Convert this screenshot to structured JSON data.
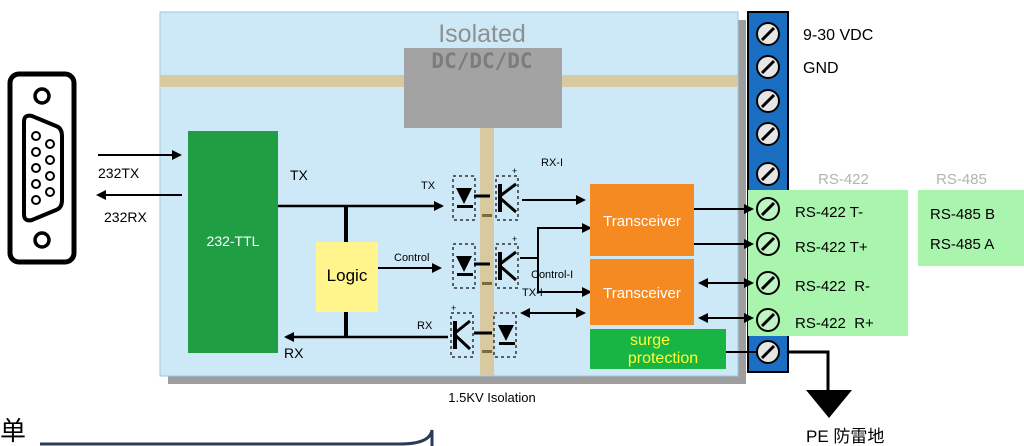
{
  "title": {
    "isolated": "Isolated",
    "dcdcdc": "DC/DC/DC"
  },
  "connector": {
    "tx_label": "232TX",
    "rx_label": "232RX"
  },
  "blocks": {
    "ttl": "232-TTL",
    "logic": "Logic",
    "transceiver_1": "Transceiver",
    "transceiver_2": "Transceiver",
    "surge_line1": "surge",
    "surge_line2": "protection"
  },
  "signals": {
    "tx": "TX",
    "rx": "RX",
    "tx_small": "TX",
    "control": "Control",
    "rx_small": "RX",
    "rx_i": "RX-I",
    "control_i": "Control-I",
    "tx_i": "TX-I"
  },
  "power": {
    "vdc": "9-30 VDC",
    "gnd": "GND"
  },
  "headers": {
    "rs422": "RS-422",
    "rs485": "RS-485"
  },
  "rs422_terminals": [
    "RS-422 T-",
    "RS-422 T+",
    "RS-422  R-",
    "RS-422  R+"
  ],
  "rs485_terminals": [
    "RS-485 B",
    "RS-485 A"
  ],
  "isolation": "1.5KV Isolation",
  "ground": "PE 防雷地",
  "partial_char": "单",
  "colors": {
    "board": "#cde9f8",
    "ttl": "#1f9e43",
    "logic": "#fff58c",
    "transceiver": "#f58a23",
    "surge": "#18b545",
    "surge_text": "#ffff33",
    "terminal_blue": "#1a6fc2",
    "terminal_green": "#aaf5ae",
    "isolation_bar": "#d8c9a1",
    "dcdc": "#a3a3a3"
  }
}
